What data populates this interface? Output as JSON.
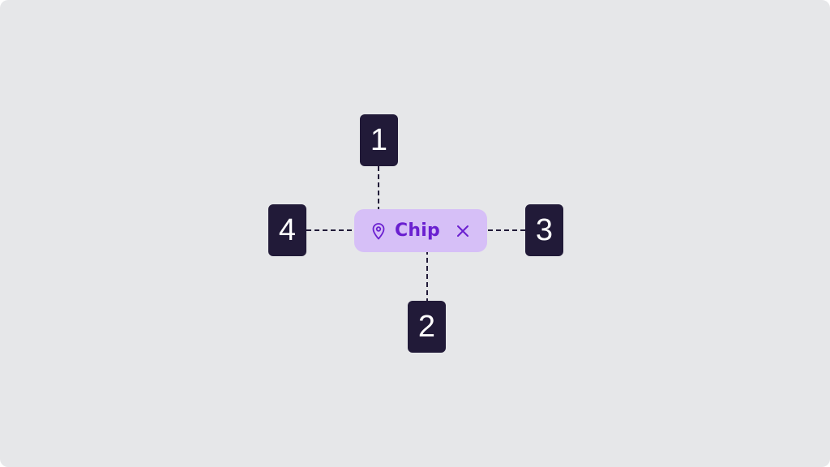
{
  "chip": {
    "label": "Chip",
    "leading_icon": "location-pin-icon",
    "trailing_icon": "close-icon",
    "background_color": "#d6bff7",
    "content_color": "#6a1fd0"
  },
  "markers": {
    "leading_icon": "1",
    "label": "2",
    "trailing_icon": "3",
    "container": "4"
  },
  "colors": {
    "canvas": "#e6e7e9",
    "marker_background": "#211a38",
    "marker_text": "#ffffff",
    "leader_line": "#211a38"
  }
}
